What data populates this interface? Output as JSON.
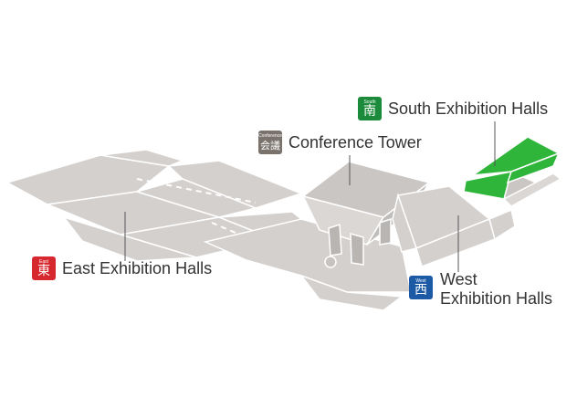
{
  "labels": {
    "south": {
      "badge_small": "South",
      "badge_kanji": "南",
      "name": "South Exhibition Halls",
      "color": "#1b8a3a"
    },
    "conference": {
      "badge_small": "Conference",
      "badge_kanji": "会議",
      "name": "Conference Tower",
      "color": "#7a726c"
    },
    "east": {
      "badge_small": "East",
      "badge_kanji": "東",
      "name": "East Exhibition Halls",
      "color": "#d8282f"
    },
    "west": {
      "badge_small": "West",
      "badge_kanji": "西",
      "name_line1": "West",
      "name_line2": "Exhibition Halls",
      "color": "#1d5aa6"
    }
  },
  "colors": {
    "building_fill": "#d3d0ce",
    "building_stroke": "#ffffff",
    "highlight_fill": "#2fb53a",
    "leader_line": "#555555"
  }
}
